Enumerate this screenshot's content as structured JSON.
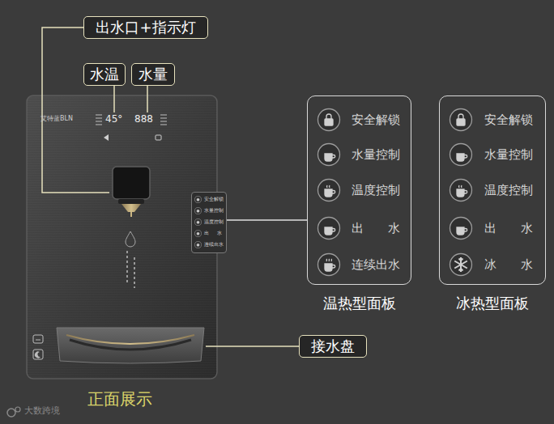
{
  "diagram": {
    "nodes": [
      {
        "text": [
          "出水口+指示灯"
        ]
      },
      {
        "text": [
          "水温"
        ]
      },
      {
        "text": [
          "水量"
        ]
      },
      {
        "text": [
          "安全解锁",
          "水量控制",
          "温度控制",
          "出水",
          "连续出水"
        ]
      },
      {
        "text": [
          "安全解锁",
          "水量控制",
          "温度控制",
          "出水",
          "连续出水",
          "温热型面板"
        ]
      },
      {
        "text": [
          "安全解锁",
          "水量控制",
          "温度控制",
          "出水",
          "冰水",
          "冰热型面板"
        ]
      },
      {
        "text": [
          "接水盘"
        ]
      }
    ],
    "edges": [
      {
        "from": 3,
        "to": 4,
        "arrow": "none"
      }
    ],
    "labels": [
      "艾特蓝BLN",
      "45°",
      "888",
      "正面展示",
      "大数跨境"
    ]
  }
}
